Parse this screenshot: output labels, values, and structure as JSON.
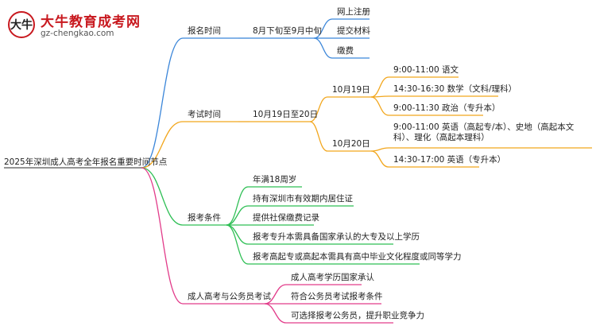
{
  "logo": {
    "mark": "大牛",
    "site_name": "大牛教育成考网",
    "url": "gz-chengkao.com"
  },
  "root": "2025年深圳成人高考全年报名重要时间节点",
  "branches": [
    {
      "label": "报名时间",
      "color": "#3b86d9",
      "sub": {
        "label": "8月下旬至9月中旬",
        "items": [
          "网上注册",
          "提交材料",
          "缴费"
        ]
      }
    },
    {
      "label": "考试时间",
      "color": "#f2a61c",
      "sub": {
        "label": "10月19日至20日",
        "days": [
          {
            "label": "10月19日",
            "items": [
              "9:00-11:00 语文",
              "14:30-16:30 数学（文科/理科）",
              "9:00-11:30 政治（专升本）"
            ]
          },
          {
            "label": "10月20日",
            "items": [
              "9:00-11:00 英语（高起专/本）、史地（高起本文科）、理化（高起本理科）",
              "14:30-17:00 英语（专升本）"
            ]
          }
        ]
      }
    },
    {
      "label": "报考条件",
      "color": "#2fbf55",
      "items": [
        "年满18周岁",
        "持有深圳市有效期内居住证",
        "提供社保缴费记录",
        "报考专升本需具备国家承认的大专及以上学历",
        "报考高起专或高起本需具有高中毕业文化程度或同等学力"
      ]
    },
    {
      "label": "成人高考与公务员考试",
      "color": "#e23c8a",
      "items": [
        "成人高考学历国家承认",
        "符合公务员考试报考条件",
        "可选择报考公务员，提升职业竞争力"
      ]
    }
  ]
}
